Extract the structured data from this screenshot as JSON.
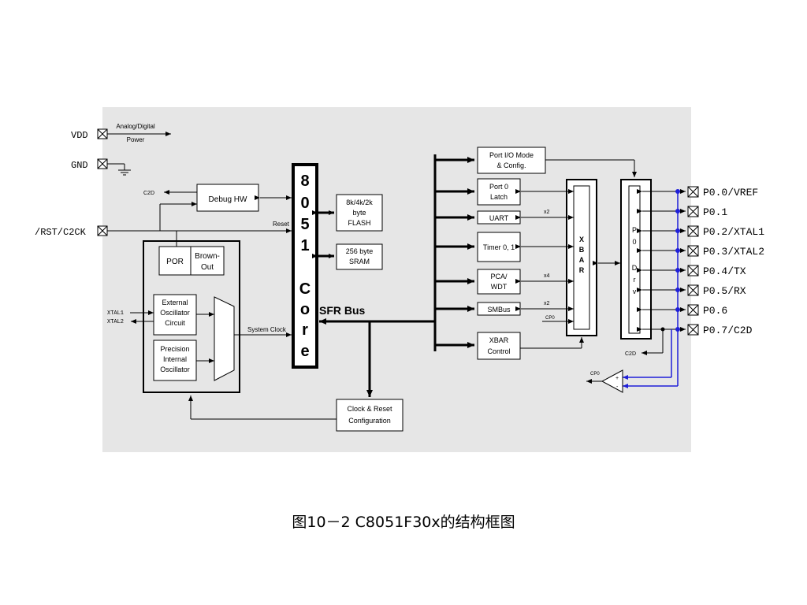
{
  "diagram": {
    "pins_left": {
      "vdd": "VDD",
      "gnd": "GND",
      "rst": "/RST/C2CK"
    },
    "analog_power": {
      "line1": "Analog/Digital",
      "line2": "Power"
    },
    "c2d_left": "C2D",
    "debug_hw": "Debug HW",
    "reset_label": "Reset",
    "por": "POR",
    "brownout": {
      "line1": "Brown-",
      "line2": "Out"
    },
    "xtal1": "XTAL1",
    "xtal2": "XTAL2",
    "ext_osc": {
      "line1": "External",
      "line2": "Oscillator",
      "line3": "Circuit"
    },
    "int_osc": {
      "line1": "Precision",
      "line2": "Internal",
      "line3": "Oscillator"
    },
    "system_clock": "System Clock",
    "core_chars": [
      "8",
      "0",
      "5",
      "1",
      "C",
      "o",
      "r",
      "e"
    ],
    "flash": {
      "line1": "8k/4k/2k",
      "line2": "byte",
      "line3": "FLASH"
    },
    "sram": {
      "line1": "256 byte",
      "line2": "SRAM"
    },
    "sfr_bus": "SFR Bus",
    "clock_reset": {
      "line1": "Clock & Reset",
      "line2": "Configuration"
    },
    "port_io": {
      "line1": "Port I/O Mode",
      "line2": "& Config."
    },
    "port0_latch": {
      "line1": "Port 0",
      "line2": "Latch"
    },
    "uart": "UART",
    "timer": "Timer 0, 1",
    "pca": {
      "line1": "PCA/",
      "line2": "WDT"
    },
    "smbus": "SMBus",
    "xbar_ctrl": {
      "line1": "XBAR",
      "line2": "Control"
    },
    "xbar_chars": [
      "X",
      "B",
      "A",
      "R"
    ],
    "p0drv_chars": [
      "P",
      "0",
      "D",
      "r",
      "v"
    ],
    "x2_a": "x2",
    "x4": "x4",
    "x2_b": "x2",
    "cp0_in": "CP0",
    "cp0_out": "CP0",
    "c2d_right": "C2D",
    "comp_plus": "+",
    "comp_minus": "-",
    "pins_right": [
      "P0.0/VREF",
      "P0.1",
      "P0.2/XTAL1",
      "P0.3/XTAL2",
      "P0.4/TX",
      "P0.5/RX",
      "P0.6",
      "P0.7/C2D"
    ]
  },
  "caption": "图10－2 C8051F30x的结构框图",
  "colors": {
    "panel": "#e6e6e6",
    "wire_blue": "#1f1fd8"
  }
}
